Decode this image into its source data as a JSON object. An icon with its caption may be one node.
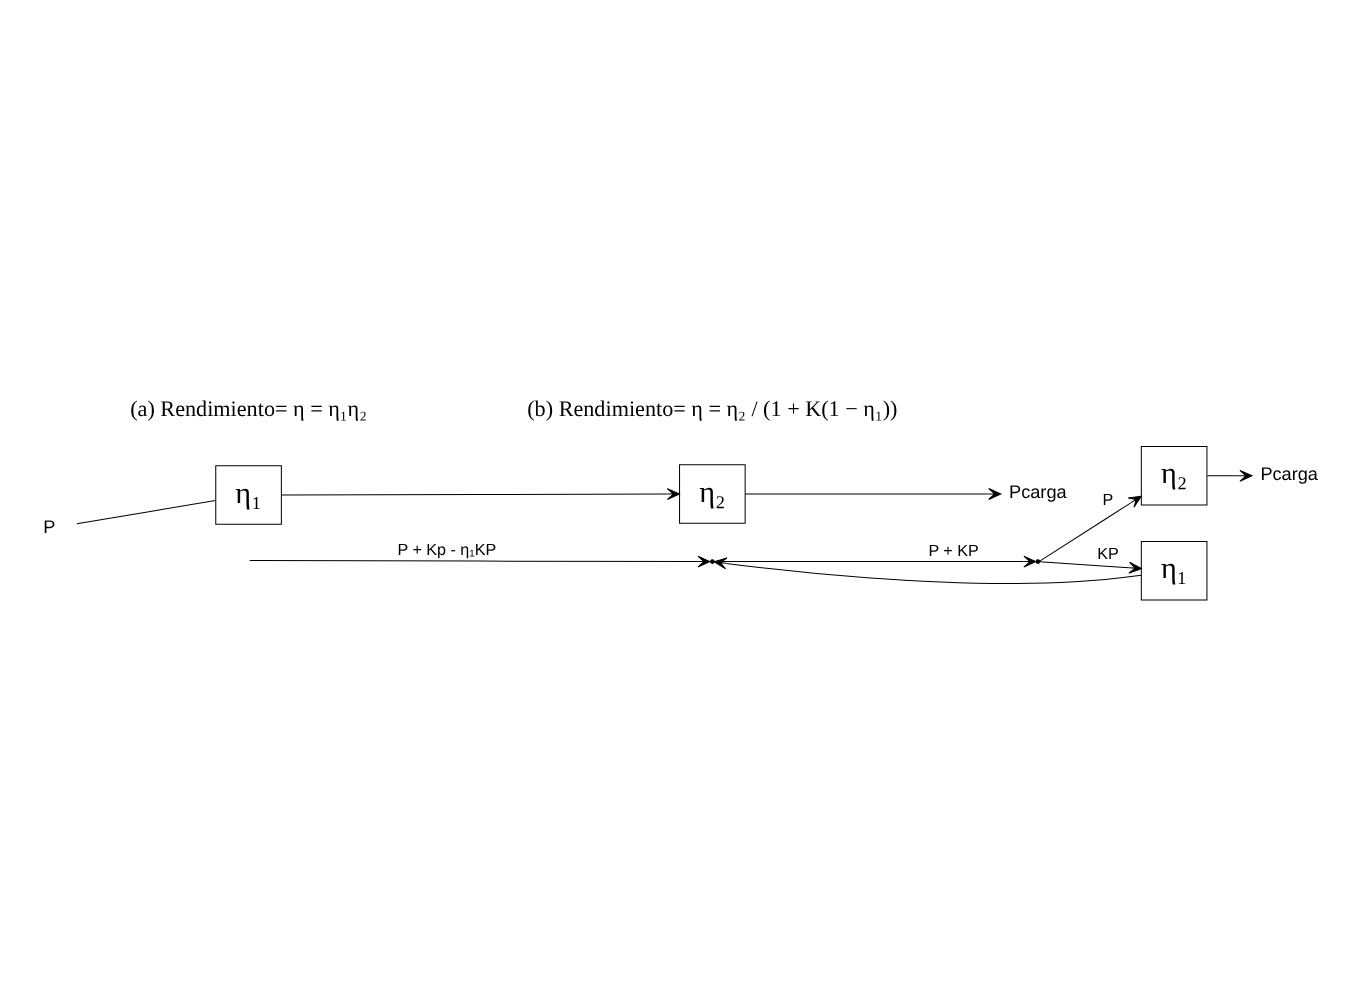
{
  "diagram": {
    "nodes": [
      {
        "text": [
          "P"
        ]
      },
      {
        "text": [
          "η₁"
        ]
      },
      {
        "text": [
          "η₂"
        ]
      },
      {
        "text": [
          "Pcarga"
        ]
      },
      {
        "text": [],
        "shape": "point"
      },
      {
        "text": [],
        "shape": "point"
      },
      {
        "text": [
          "η₂"
        ]
      },
      {
        "text": [
          "Pcarga"
        ]
      },
      {
        "text": [
          "η₁"
        ]
      }
    ],
    "edges": [
      {
        "from": 0,
        "to": 1,
        "arrow": "none"
      },
      {
        "from": 1,
        "to": 2,
        "arrow": "to"
      },
      {
        "from": 2,
        "to": 3,
        "arrow": "to"
      },
      {
        "from": null,
        "to": 4,
        "arrow": "to",
        "label": "P + Kp - η₁KP"
      },
      {
        "from": 4,
        "to": 5,
        "arrow": "to",
        "label": "P + KP"
      },
      {
        "from": 5,
        "to": 6,
        "arrow": "to",
        "label": "P"
      },
      {
        "from": 6,
        "to": 7,
        "arrow": "to"
      },
      {
        "from": 5,
        "to": 8,
        "arrow": "to",
        "label": "KP"
      },
      {
        "from": 8,
        "to": 4,
        "arrow": "to"
      }
    ],
    "labels": [
      "(a) Rendimiento= η = η₁η₂",
      "(b) Rendimiento= η = η₂ / (1 + K(1 − η₁))"
    ]
  }
}
